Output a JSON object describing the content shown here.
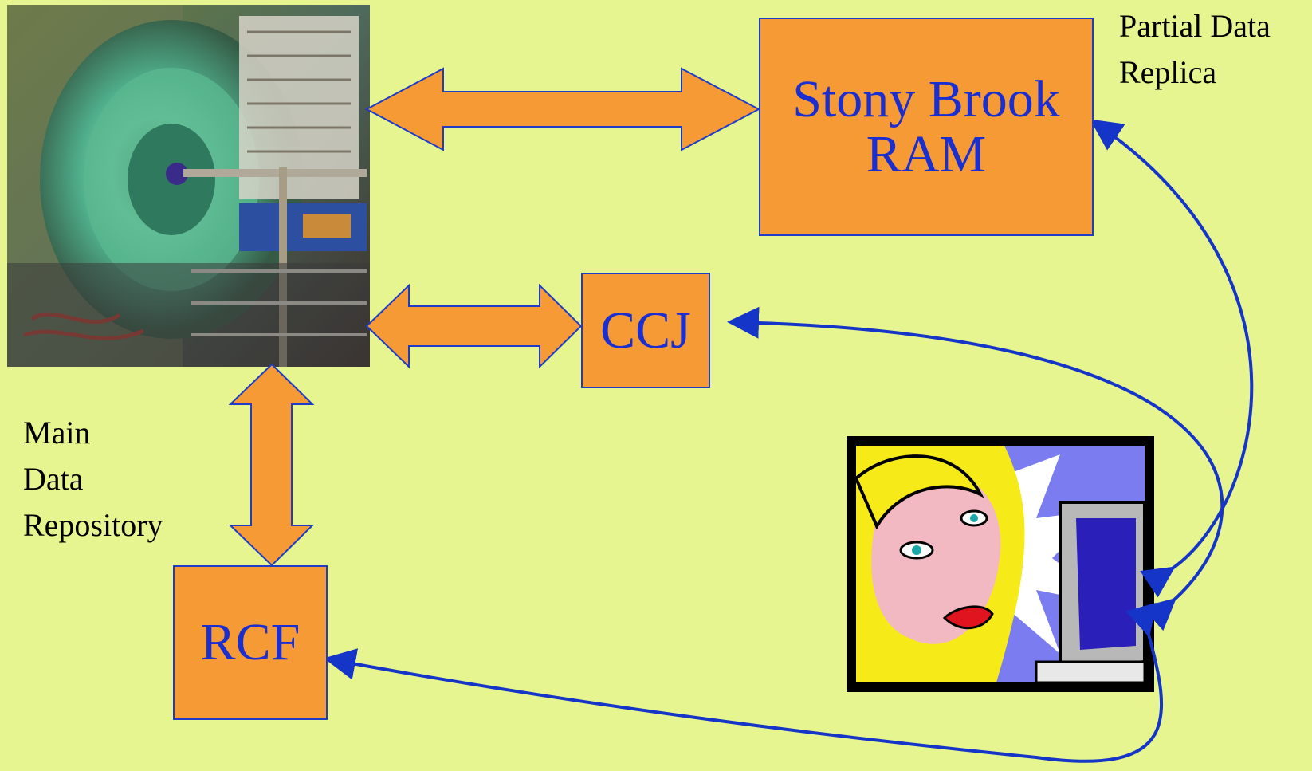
{
  "nodes": {
    "stony_brook": {
      "line1": "Stony Brook",
      "line2": "RAM"
    },
    "ccj": {
      "label": "CCJ"
    },
    "rcf": {
      "label": "RCF"
    }
  },
  "labels": {
    "partial_line1": "Partial Data",
    "partial_line2": "Replica",
    "main_line1": "Main",
    "main_line2": "Data",
    "main_line3": "Repository"
  },
  "colors": {
    "background": "#e6f58f",
    "box_fill": "#f59a35",
    "box_text": "#1b2fd0",
    "connector": "#1534c8"
  }
}
